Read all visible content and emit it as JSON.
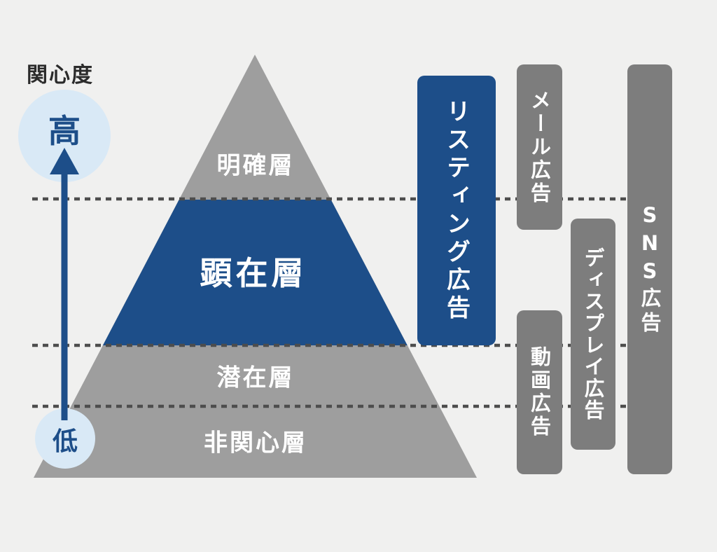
{
  "colors": {
    "background": "#f0f0ef",
    "pyramid_gray": "#9e9e9e",
    "accent_blue": "#1d4e89",
    "bar_gray": "#7d7d7d",
    "circle_blue": "#d9e9f6",
    "dotted_line": "#4d4d4d",
    "label_dark": "#2b2b2b",
    "white": "#ffffff"
  },
  "axis": {
    "title": "関心度",
    "high": "高",
    "low": "低"
  },
  "pyramid": {
    "layers": [
      {
        "label": "明確層",
        "color": "#9e9e9e"
      },
      {
        "label": "顕在層",
        "color": "#1d4e89"
      },
      {
        "label": "潜在層",
        "color": "#9e9e9e"
      },
      {
        "label": "非関心層",
        "color": "#9e9e9e"
      }
    ]
  },
  "ads": [
    {
      "label": "リスティング広告",
      "color": "#1d4e89",
      "covers_layers": [
        "明確層",
        "顕在層"
      ]
    },
    {
      "label": "メール広告",
      "color": "#7d7d7d",
      "covers_layers": [
        "明確層"
      ]
    },
    {
      "label": "動画広告",
      "color": "#7d7d7d",
      "covers_layers": [
        "潜在層",
        "非関心層"
      ]
    },
    {
      "label": "ディスプレイ広告",
      "color": "#7d7d7d",
      "covers_layers": [
        "顕在層",
        "潜在層"
      ]
    },
    {
      "label": "SNS広告",
      "color": "#7d7d7d",
      "covers_layers": [
        "明確層",
        "顕在層",
        "潜在層",
        "非関心層"
      ]
    }
  ]
}
